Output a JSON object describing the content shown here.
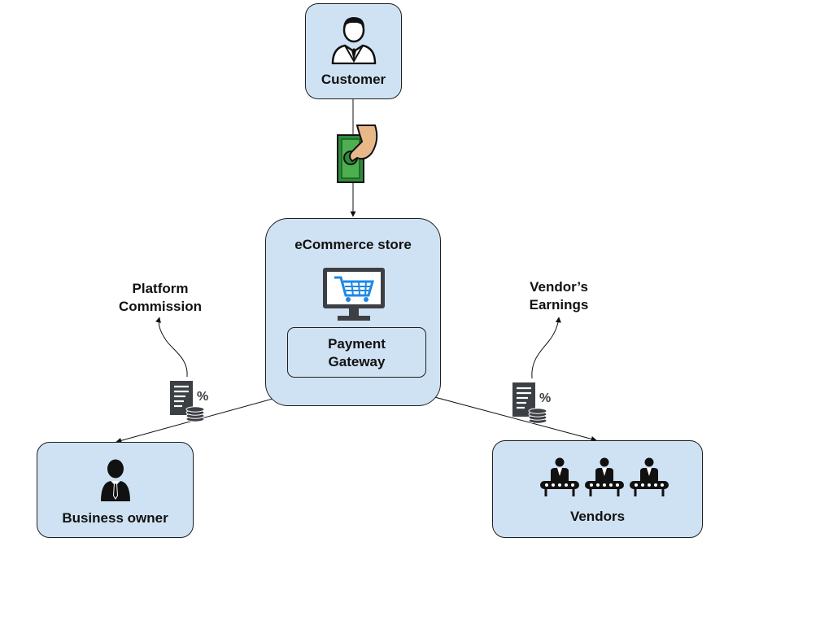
{
  "nodes": {
    "customer": {
      "label": "Customer",
      "icon": "customer-icon"
    },
    "store": {
      "label": "eCommerce store",
      "icon": "shopping-cart-monitor-icon"
    },
    "payment_gateway": {
      "label_line1": "Payment",
      "label_line2": "Gateway"
    },
    "business_owner": {
      "label": "Business owner",
      "icon": "businessman-icon"
    },
    "vendors": {
      "label": "Vendors",
      "icon": "vendor-icon"
    }
  },
  "flows": {
    "payment": {
      "icon": "cash-payment-icon"
    },
    "platform_commission": {
      "line1": "Platform",
      "line2": "Commission",
      "icon": "commission-receipt-icon"
    },
    "vendor_earnings": {
      "line1": "Vendor’s",
      "line2": "Earnings",
      "icon": "earnings-receipt-icon"
    }
  },
  "colors": {
    "node_fill": "#cfe2f3",
    "node_border": "#1f1f1f",
    "cash_green": "#2e8b3a",
    "hand_skin": "#e8b889",
    "monitor_dark": "#3c3f44",
    "cart_blue": "#1e88e5"
  }
}
